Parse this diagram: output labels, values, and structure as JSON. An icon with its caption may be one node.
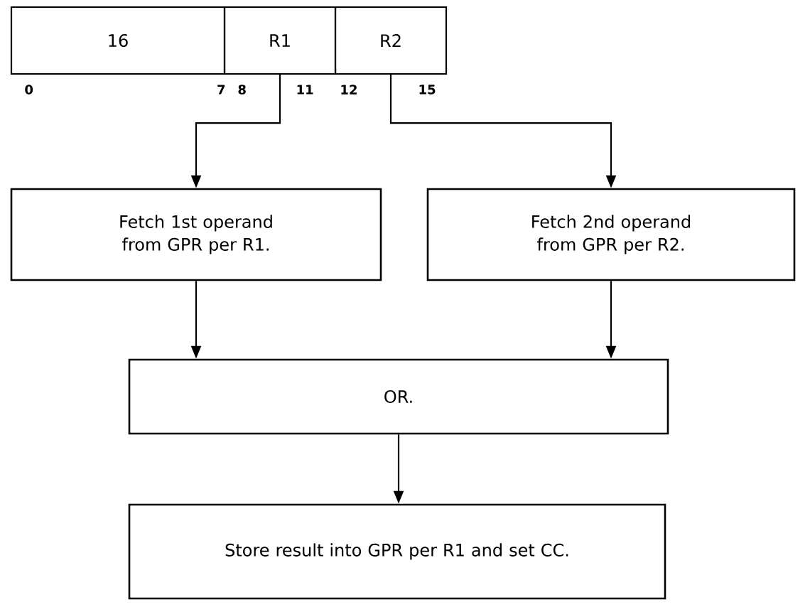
{
  "diagram": {
    "nodes": [
      {
        "text": [
          "16"
        ]
      },
      {
        "text": [
          "R1"
        ]
      },
      {
        "text": [
          "R2"
        ]
      },
      {
        "text": [
          "Fetch 1st operand from GPR per R1."
        ]
      },
      {
        "text": [
          "Fetch 2nd operand from GPR per R2."
        ]
      },
      {
        "text": [
          "OR."
        ]
      },
      {
        "text": [
          "Store result into GPR per R1 and set CC."
        ]
      }
    ],
    "edges": [
      {
        "from": 1,
        "to": 3,
        "arrow": "to"
      },
      {
        "from": 2,
        "to": 4,
        "arrow": "to"
      },
      {
        "from": 3,
        "to": 5,
        "arrow": "to"
      },
      {
        "from": 4,
        "to": 5,
        "arrow": "to"
      },
      {
        "from": 5,
        "to": 6,
        "arrow": "to"
      }
    ],
    "labels": [
      "0",
      "7",
      "8",
      "11",
      "12",
      "15"
    ]
  }
}
